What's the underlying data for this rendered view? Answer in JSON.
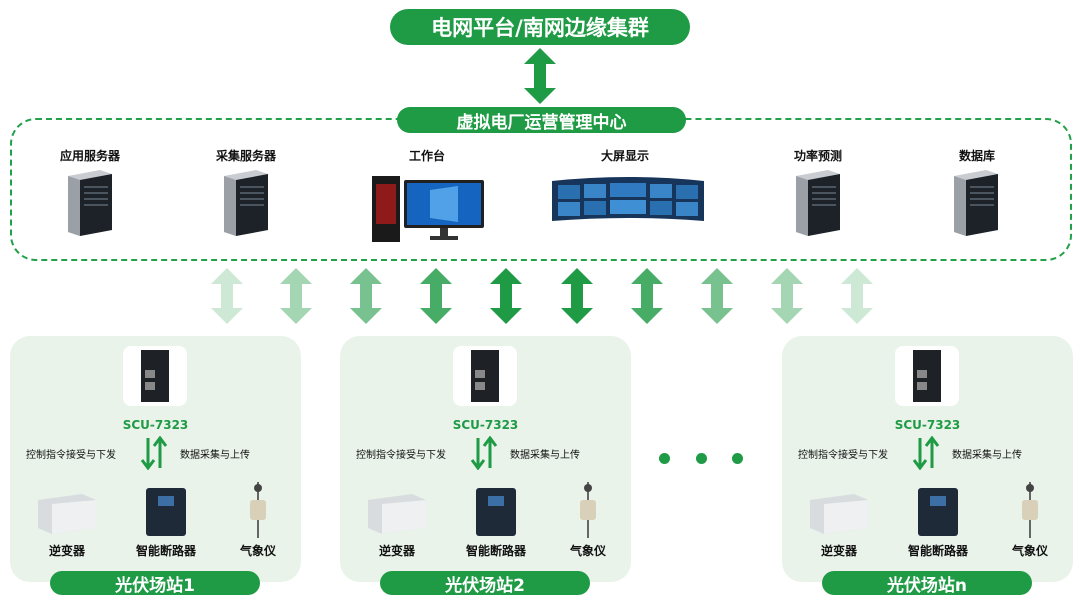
{
  "top_title": "电网平台/南网边缘集群",
  "center_title": "虚拟电厂运营管理中心",
  "devices": [
    {
      "label": "应用服务器",
      "icon": "server-tower-icon"
    },
    {
      "label": "采集服务器",
      "icon": "server-tower-icon"
    },
    {
      "label": "工作台",
      "icon": "workstation-icon"
    },
    {
      "label": "大屏显示",
      "icon": "video-wall-icon"
    },
    {
      "label": "功率预测",
      "icon": "server-tower-icon"
    },
    {
      "label": "数据库",
      "icon": "server-tower-icon"
    }
  ],
  "stations": [
    {
      "gateway": "SCU-7323",
      "cmd_down": "控制指令接受与下发",
      "data_up": "数据采集与上传",
      "inverter": "逆变器",
      "breaker": "智能断路器",
      "weather": "气象仪",
      "name": "光伏场站1"
    },
    {
      "gateway": "SCU-7323",
      "cmd_down": "控制指令接受与下发",
      "data_up": "数据采集与上传",
      "inverter": "逆变器",
      "breaker": "智能断路器",
      "weather": "气象仪",
      "name": "光伏场站2"
    },
    {
      "gateway": "SCU-7323",
      "cmd_down": "控制指令接受与下发",
      "data_up": "数据采集与上传",
      "inverter": "逆变器",
      "breaker": "智能断路器",
      "weather": "气象仪",
      "name": "光伏场站n"
    }
  ],
  "colors": {
    "accent": "#1f9a45",
    "station_bg": "#e9f3ea"
  }
}
